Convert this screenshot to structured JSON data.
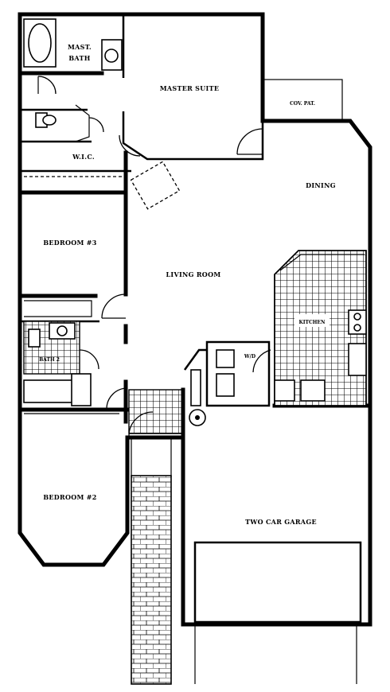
{
  "rooms": {
    "mast_bath_line1": "MAST.",
    "mast_bath_line2": "BATH",
    "master_suite": "MASTER SUITE",
    "wic": "W.I.C.",
    "dining": "DINING",
    "cov_pat": "COV. PAT.",
    "bedroom3": "BEDROOM #3",
    "living_room": "LIVING ROOM",
    "kitchen": "KITCHEN",
    "bath2": "BATH 2",
    "wd": "W/D",
    "bedroom2": "BEDROOM #2",
    "garage": "TWO CAR GARAGE"
  }
}
